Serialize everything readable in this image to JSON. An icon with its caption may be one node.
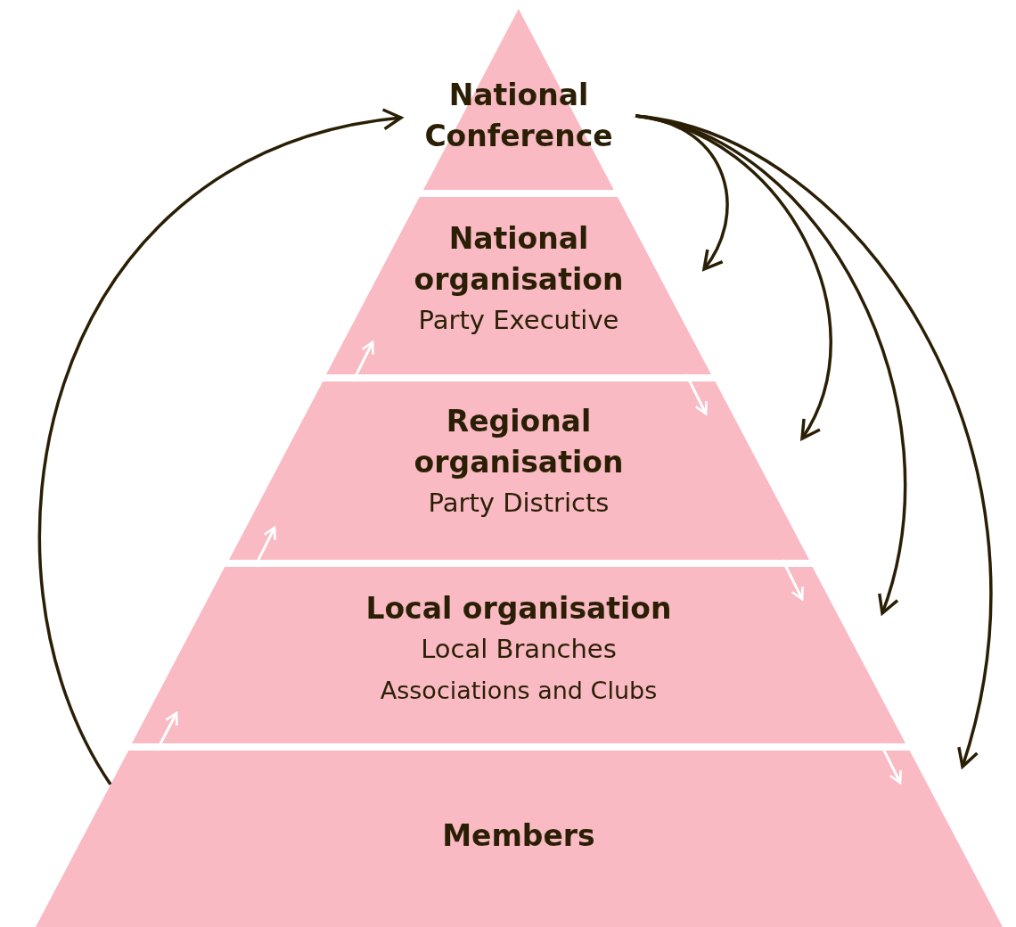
{
  "diagram": {
    "nodes": [
      {
        "text": [
          "National Conference"
        ]
      },
      {
        "text": [
          "National organisation",
          "Party Executive"
        ]
      },
      {
        "text": [
          "Regional organisation",
          "Party Districts"
        ]
      },
      {
        "text": [
          "Local organisation",
          "Local Branches",
          "Associations and Clubs"
        ]
      },
      {
        "text": [
          "Members"
        ]
      }
    ],
    "edges": [
      {
        "from": 4,
        "to": 0,
        "arrow": "to",
        "color": "#2a1f05"
      },
      {
        "from": 0,
        "to": 1,
        "arrow": "to",
        "color": "#2a1f05"
      },
      {
        "from": 0,
        "to": 2,
        "arrow": "to",
        "color": "#2a1f05"
      },
      {
        "from": 0,
        "to": 3,
        "arrow": "to",
        "color": "#2a1f05"
      },
      {
        "from": 0,
        "to": 4,
        "arrow": "to",
        "color": "#2a1f05"
      },
      {
        "from": 4,
        "to": 3,
        "arrow": "to"
      },
      {
        "from": 3,
        "to": 2,
        "arrow": "to"
      },
      {
        "from": 2,
        "to": 1,
        "arrow": "to"
      },
      {
        "from": 1,
        "to": 2,
        "arrow": "to"
      },
      {
        "from": 2,
        "to": 3,
        "arrow": "to"
      },
      {
        "from": 3,
        "to": 4,
        "arrow": "to"
      }
    ]
  }
}
